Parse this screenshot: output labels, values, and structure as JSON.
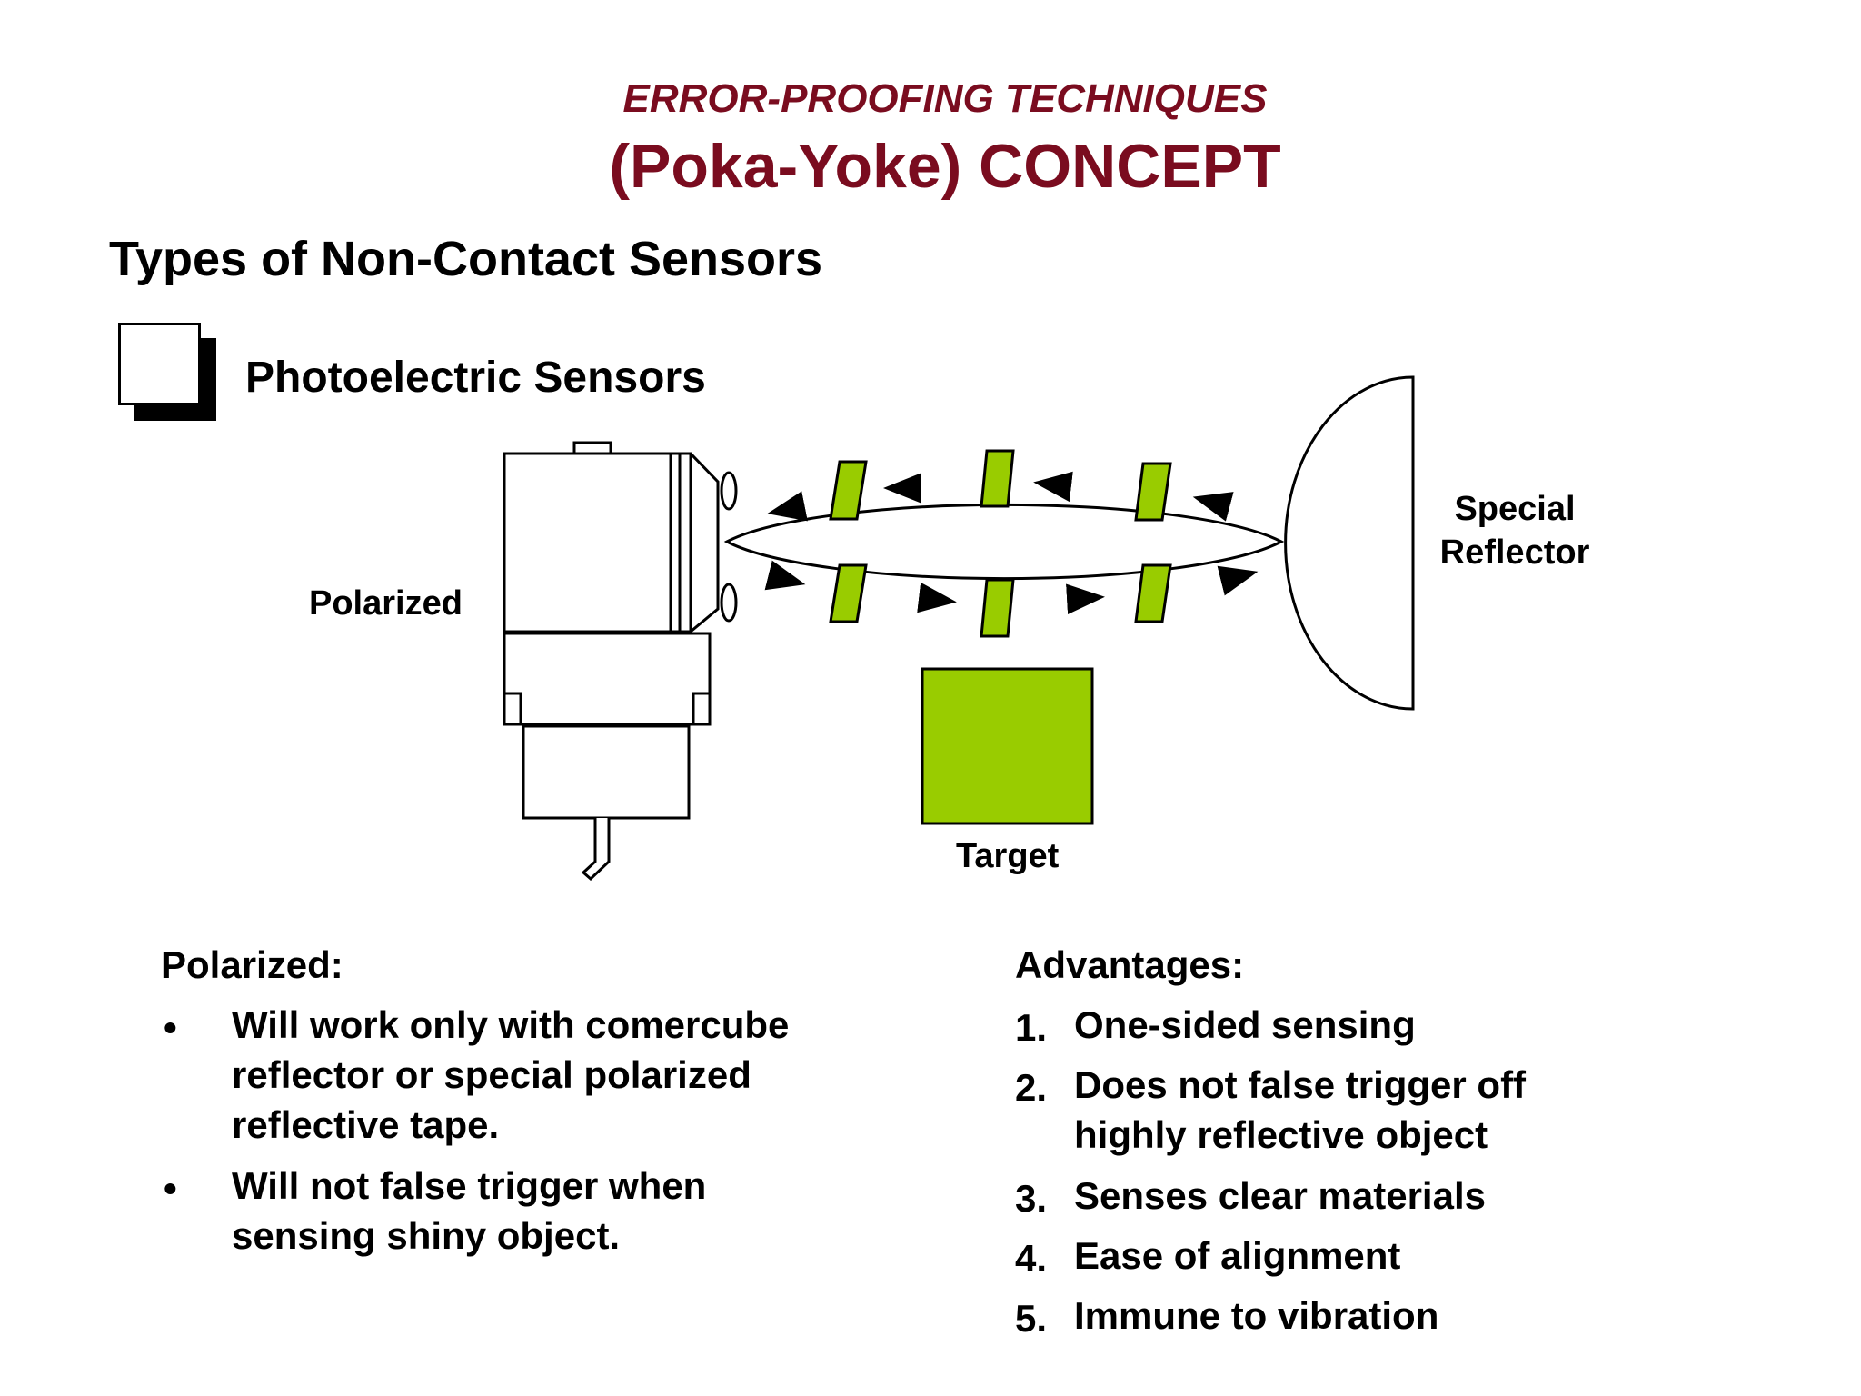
{
  "slide": {
    "title_line1": "ERROR-PROOFING TECHNIQUES",
    "title_line2": "(Poka-Yoke) CONCEPT",
    "section_heading": "Types of Non-Contact Sensors",
    "sub_heading": "Photoelectric Sensors",
    "accent_color": "#7a0c1f",
    "highlight_color": "#99cc00"
  },
  "diagram": {
    "sensor_label": "Polarized",
    "reflector_label_line1": "Special",
    "reflector_label_line2": "Reflector",
    "target_label": "Target"
  },
  "left_column": {
    "heading": "Polarized:",
    "bullets": [
      {
        "marker": "•",
        "lines": [
          "Will work only with comercube",
          "reflector or special polarized",
          "reflective tape."
        ]
      },
      {
        "marker": "•",
        "lines": [
          "Will not false trigger when",
          "sensing shiny object."
        ]
      }
    ]
  },
  "right_column": {
    "heading": "Advantages:",
    "items": [
      {
        "marker": "1.",
        "lines": [
          "One-sided sensing"
        ]
      },
      {
        "marker": "2.",
        "lines": [
          "Does not false trigger off",
          "highly reflective object"
        ]
      },
      {
        "marker": "3.",
        "lines": [
          "Senses clear materials"
        ]
      },
      {
        "marker": "4.",
        "lines": [
          "Ease of alignment"
        ]
      },
      {
        "marker": "5.",
        "lines": [
          "Immune to vibration"
        ]
      }
    ]
  }
}
